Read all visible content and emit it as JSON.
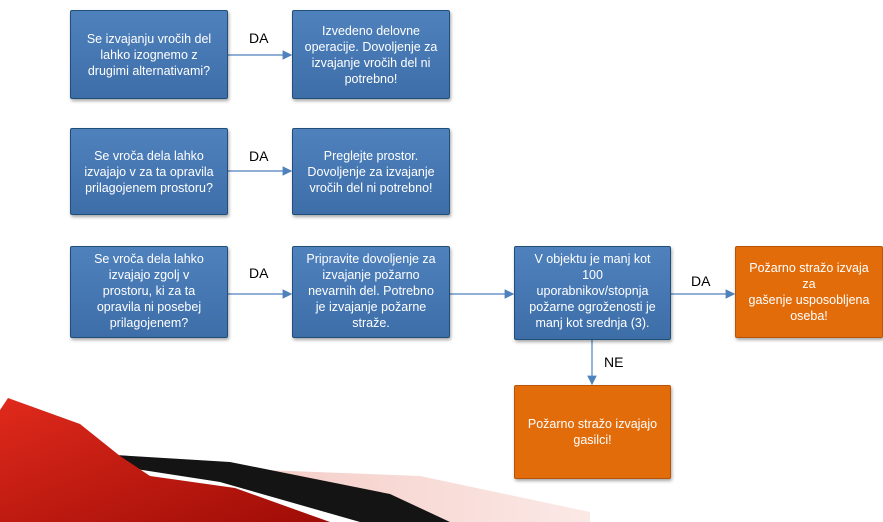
{
  "diagram": {
    "rows": [
      {
        "question": "Se izvajanju vročih del\nlahko izognemo z\ndrugimi alternativami?",
        "yes_label": "DA",
        "outcome": "Izvedeno delovne\noperacije. Dovoljenje za\nizvajanje vročih del ni\npotrebno!"
      },
      {
        "question": "Se vroča dela lahko\nizvajajo v za ta opravila\nprilagojenem prostoru?",
        "yes_label": "DA",
        "outcome": "Preglejte prostor.\nDovoljenje za izvajanje\nvročih del ni potrebno!"
      },
      {
        "question": "Se vroča dela lahko\nizvajajo  zgolj v\nprostoru, ki  za ta\nopravila  ni posebej\nprilagojenem?",
        "yes_label": "DA",
        "outcome": "Pripravite dovoljenje za\nizvajanje požarno\nnevarnih del. Potrebno\nje izvajanje požarne\nstraže."
      }
    ],
    "condition": "V objektu je manj kot\n100\nuporabnikov/stopnja\npožarne ogroženosti je\nmanj kot srednja (3).",
    "condition_yes_label": "DA",
    "condition_yes_outcome": "Požarno stražo izvaja za\ngašenje usposobljena\noseba!",
    "condition_no_label": "NE",
    "condition_no_outcome": "Požarno stražo izvajajo\ngasilci!"
  },
  "colors": {
    "box_blue": "#4f81bd",
    "box_orange": "#e36c0a",
    "connector": "#4f81bd",
    "decor_red": "#c0140c"
  }
}
